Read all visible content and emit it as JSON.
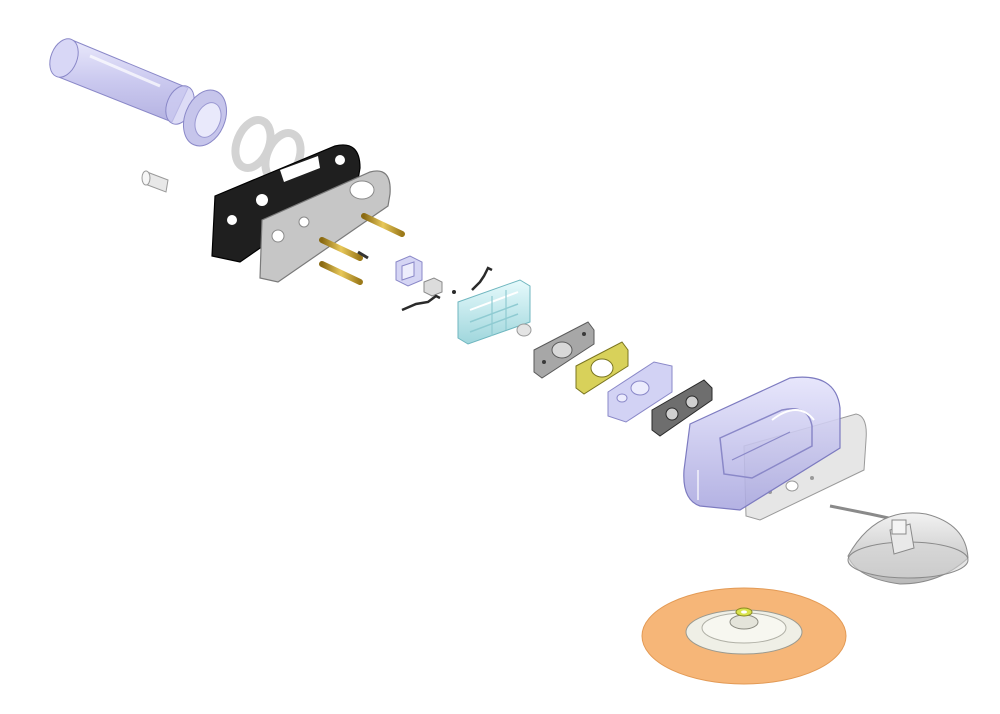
{
  "diagram": {
    "kind": "exploded-assembly-view",
    "background": "#ffffff",
    "parts": [
      {
        "id": "transparent-tube",
        "icon": "cylinder-tube-icon",
        "color": "#b7b6e8"
      },
      {
        "id": "tube-end-coupling",
        "icon": "coupling-icon",
        "color": "#c7c7e6"
      },
      {
        "id": "gasket-ring-1",
        "icon": "ring-icon",
        "color": "#dcdcdc"
      },
      {
        "id": "gasket-ring-2",
        "icon": "ring-icon",
        "color": "#dcdcdc"
      },
      {
        "id": "small-bushing",
        "icon": "bushing-icon",
        "color": "#e6e6e6"
      },
      {
        "id": "black-faceplate",
        "icon": "plate-icon",
        "color": "#222222"
      },
      {
        "id": "grey-mounting-plate",
        "icon": "plate-icon",
        "color": "#c4c4c4"
      },
      {
        "id": "brass-pins",
        "icon": "pin-icon",
        "color": "#c9a32e"
      },
      {
        "id": "small-block-transparent",
        "icon": "block-icon",
        "color": "#c9c9f0"
      },
      {
        "id": "small-cube",
        "icon": "cube-icon",
        "color": "#d8d8d8"
      },
      {
        "id": "spring-wire-left",
        "icon": "wire-icon",
        "color": "#333333"
      },
      {
        "id": "spring-wire-right",
        "icon": "wire-icon",
        "color": "#333333"
      },
      {
        "id": "manifold-block",
        "icon": "manifold-icon",
        "color": "#bfe7ea"
      },
      {
        "id": "small-knob",
        "icon": "knob-icon",
        "color": "#e2e2e2"
      },
      {
        "id": "grey-valve-plate",
        "icon": "valve-plate-icon",
        "color": "#a9a9a9"
      },
      {
        "id": "yellow-gasket",
        "icon": "gasket-icon",
        "color": "#d6cf55"
      },
      {
        "id": "transparent-valve-body",
        "icon": "valve-body-icon",
        "color": "#cfcff2"
      },
      {
        "id": "dark-valve-plate",
        "icon": "valve-plate-icon",
        "color": "#777777"
      },
      {
        "id": "main-housing",
        "icon": "housing-icon",
        "color": "#c9c9ee"
      },
      {
        "id": "housing-side-plate",
        "icon": "plate-icon",
        "color": "#e4e4e4"
      },
      {
        "id": "suction-cup",
        "icon": "suction-cup-icon",
        "color": "#d9d9d9"
      },
      {
        "id": "orange-disc-base",
        "icon": "disc-icon",
        "color": "#f5b574"
      }
    ]
  }
}
